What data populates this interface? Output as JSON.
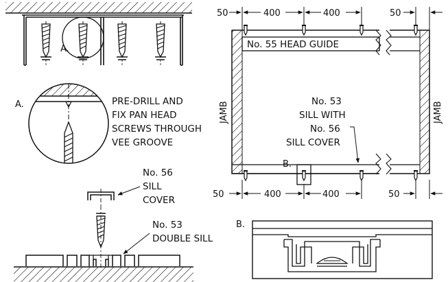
{
  "top_left_detail": {
    "callout": "A."
  },
  "detail_a": {
    "label": "A.",
    "note_lines": [
      "PRE-DRILL AND",
      "FIX PAN HEAD",
      "SCREWS THROUGH",
      "VEE GROOVE"
    ]
  },
  "sill_section": {
    "cover_label_lines": [
      "No. 56",
      "SILL",
      "COVER"
    ],
    "sill_label_lines": [
      "No. 53",
      "DOUBLE SILL"
    ]
  },
  "elevation": {
    "top_dims": [
      "50",
      "400",
      "400",
      "50"
    ],
    "bottom_dims": [
      "50",
      "400",
      "400",
      "50"
    ],
    "head_label": "No. 55 HEAD GUIDE",
    "jamb_left": "JAMB",
    "jamb_right": "JAMB",
    "center_label_lines": [
      "No. 53",
      "SILL WITH",
      "No. 56",
      "SILL COVER"
    ],
    "detail_callout": "B."
  },
  "detail_b": {
    "label": "B."
  }
}
